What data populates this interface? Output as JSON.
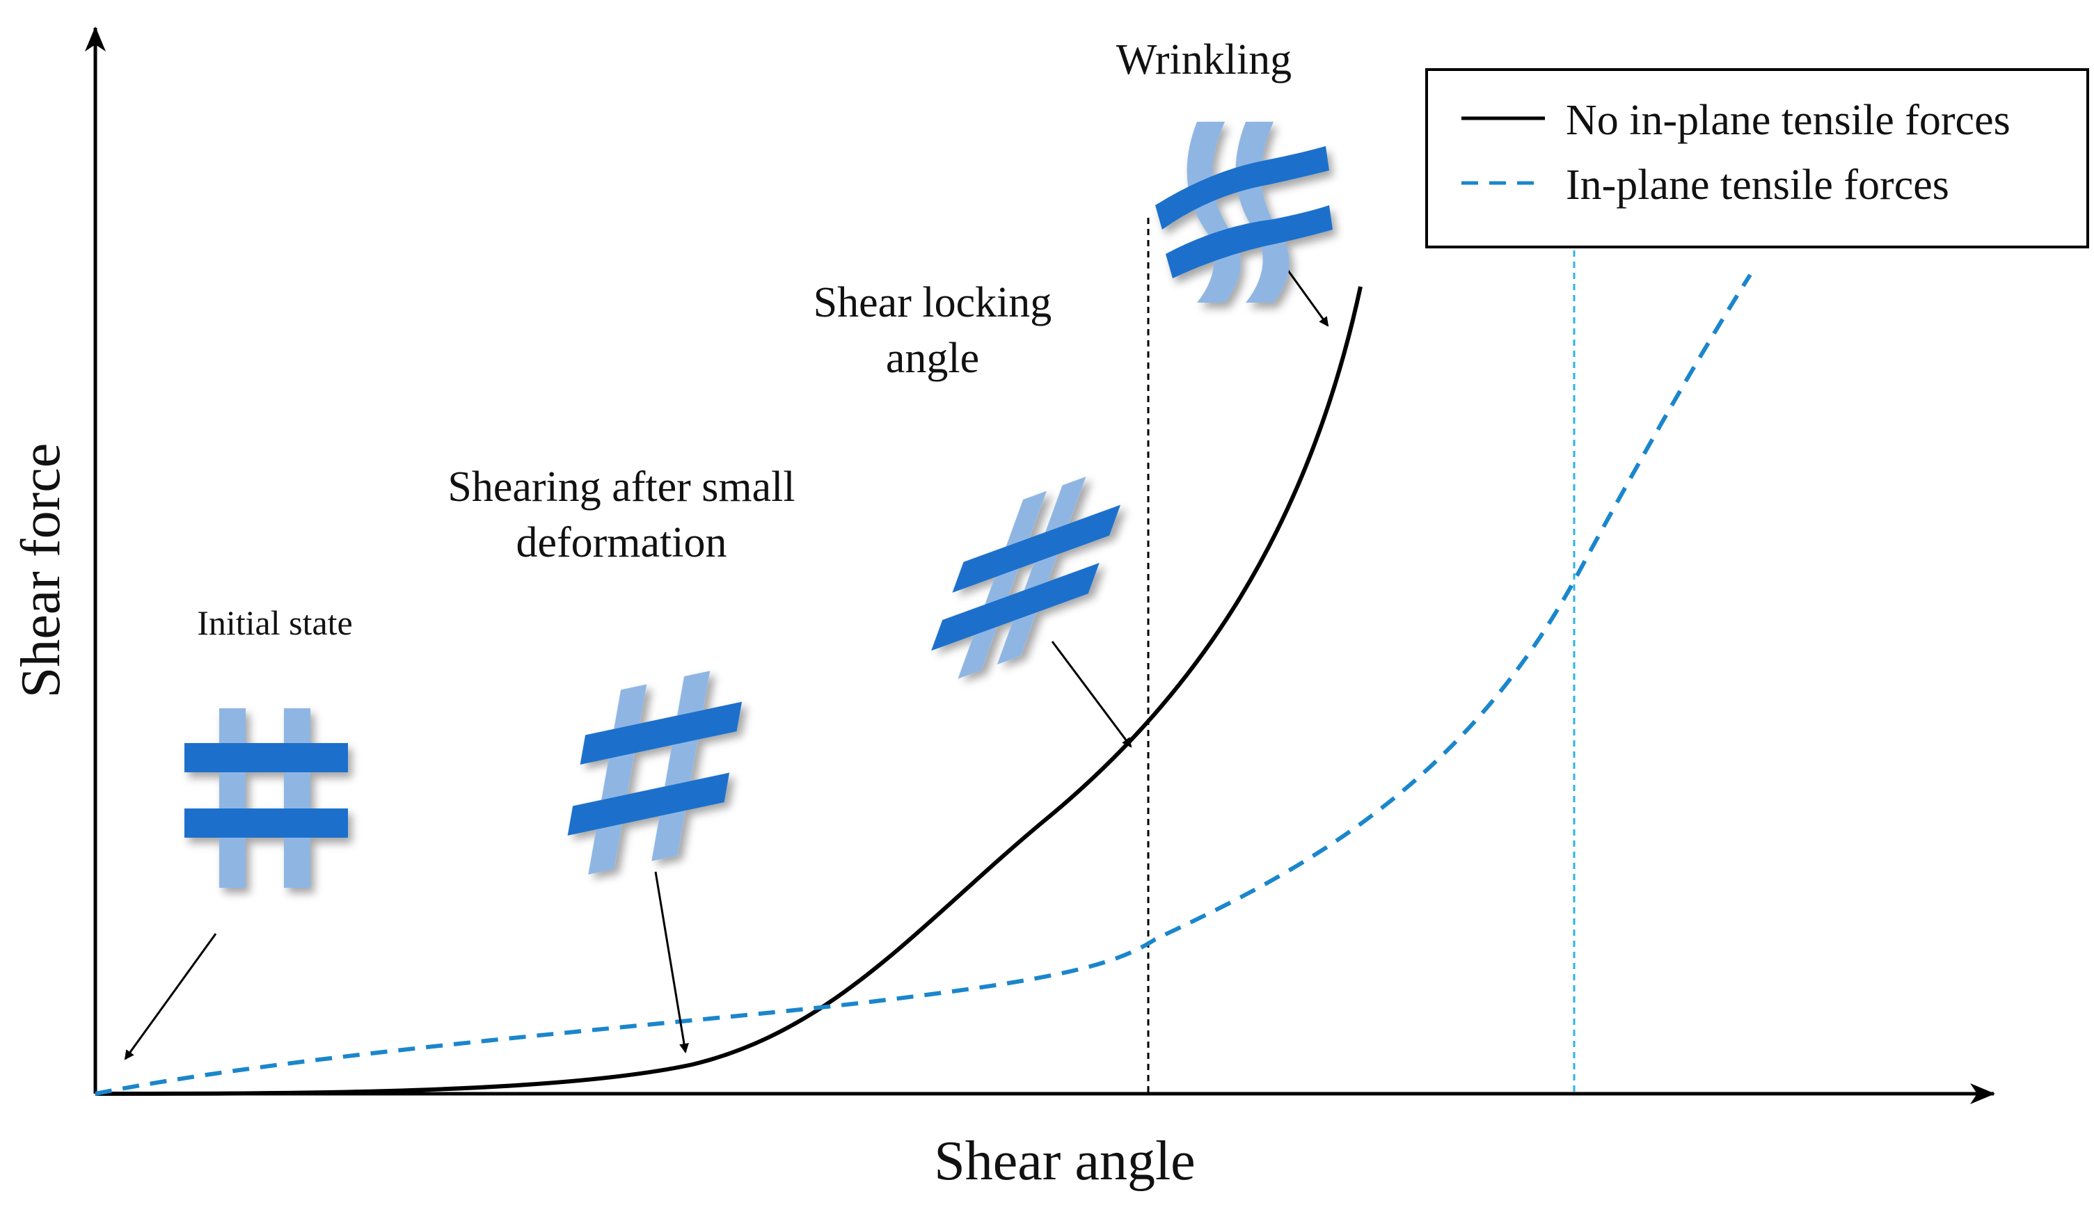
{
  "axes": {
    "x_label": "Shear angle",
    "y_label": "Shear force"
  },
  "legend": {
    "items": [
      {
        "label": "No in-plane tensile forces",
        "style": "solid",
        "color": "#000000"
      },
      {
        "label": "In-plane tensile forces",
        "style": "dashed",
        "color": "#1a86cc"
      }
    ]
  },
  "annotations": {
    "initial": "Initial state",
    "shearing_line1": "Shearing after small",
    "shearing_line2": "deformation",
    "locking_line1": "Shear locking",
    "locking_line2": "angle",
    "wrinkling": "Wrinkling"
  },
  "colors": {
    "weft": "#1a6fcc",
    "warp": "#8fb6e3",
    "dashed_curve": "#1a86cc",
    "locking_line_tensile": "#2bb4e6"
  },
  "icons": [
    "initial-weave-icon",
    "small-shear-weave-icon",
    "locking-weave-icon",
    "wrinkled-weave-icon"
  ]
}
